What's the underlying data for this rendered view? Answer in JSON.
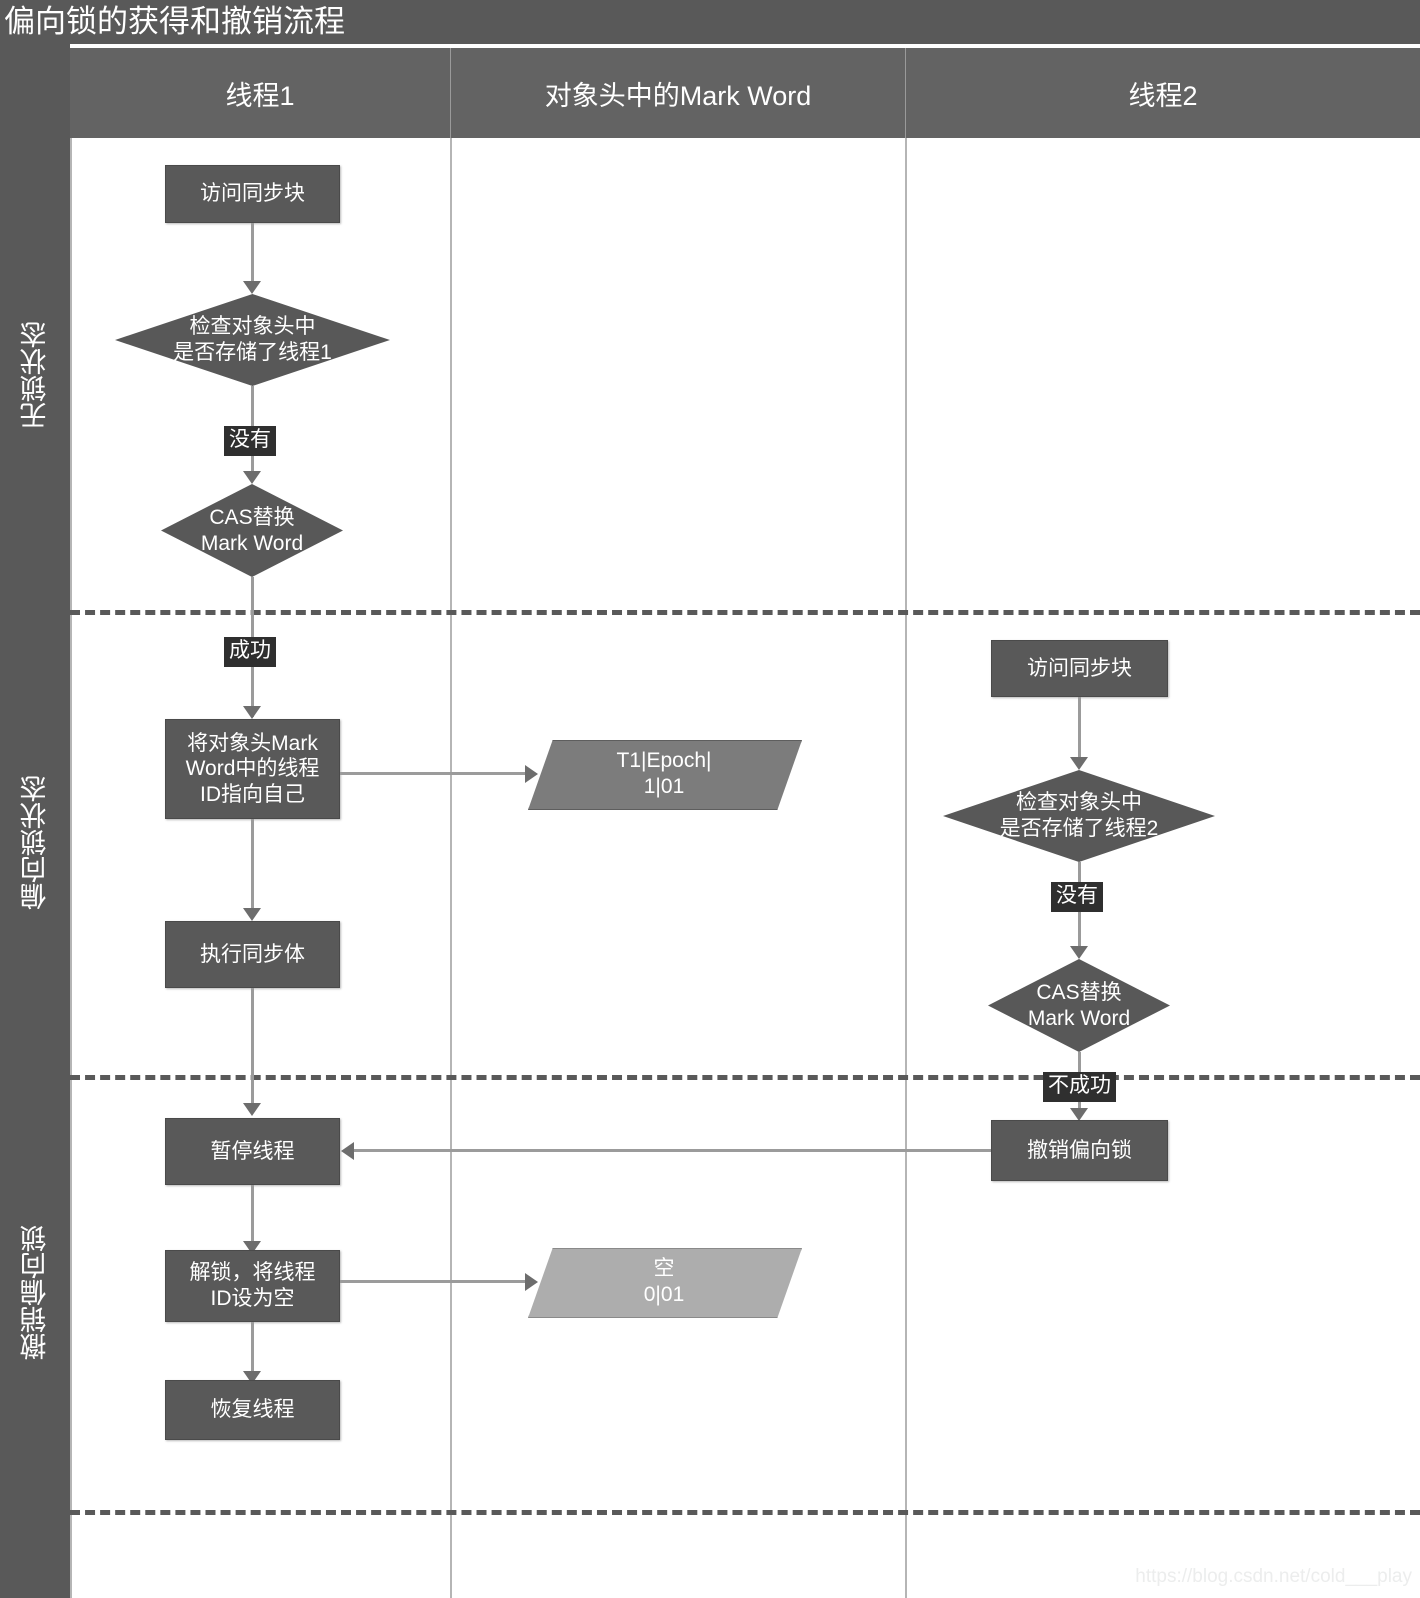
{
  "title": "偏向锁的获得和撤销流程",
  "lanes": {
    "rows": [
      {
        "label": "无锁状态"
      },
      {
        "label": "偏向锁状态"
      },
      {
        "label": "撤销偏向锁"
      }
    ],
    "columns": [
      {
        "header": "线程1"
      },
      {
        "header": "对象头中的Mark Word"
      },
      {
        "header": "线程2"
      }
    ]
  },
  "nodes": {
    "t1_access": "访问同步块",
    "t1_check": "检查对象头中\n是否存储了线程1",
    "t1_cas": "CAS替换\nMark Word",
    "t1_setid": "将对象头Mark\nWord中的线程\nID指向自己",
    "t1_exec": "执行同步体",
    "t1_pause": "暂停线程",
    "t1_unlock": "解锁，将线程\nID设为空",
    "t1_resume": "恢复线程",
    "mw_biased": "T1|Epoch|\n1|01",
    "mw_empty": "空\n0|01",
    "t2_access": "访问同步块",
    "t2_check": "检查对象头中\n是否存储了线程2",
    "t2_cas": "CAS替换\nMark Word",
    "t2_revoke": "撤销偏向锁"
  },
  "edge_labels": {
    "t1_none": "没有",
    "t1_success": "成功",
    "t2_none": "没有",
    "t2_fail": "不成功"
  },
  "watermark": "https://blog.csdn.net/cold___play",
  "colors": {
    "header_band": "#595959",
    "node_fill": "#595959",
    "diamond_fill": "#585858",
    "parallelogram_fill": "#7c7c7c",
    "parallelogram_light_fill": "#adadad",
    "connector": "#9b9b9b",
    "edge_label_bg": "#2f2f2f",
    "text": "#ffffff",
    "background": "#ffffff"
  }
}
